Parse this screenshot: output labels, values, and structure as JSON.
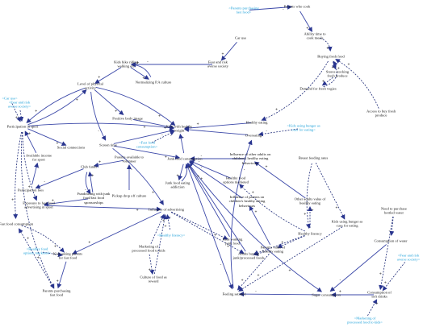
{
  "colors": {
    "solid": "#3b48a8",
    "dashed": "#1d2a78",
    "ghost": "#1a9fd8",
    "text": "#111111"
  },
  "nodes": [
    {
      "id": "parents-purchasing-top",
      "label": "<Parents purchasing\nfast food>",
      "ghost": true
    },
    {
      "id": "parents-who-cook",
      "label": "Parents who cook"
    },
    {
      "id": "ability-time-cook",
      "label": "Ability time to\ncook meals"
    },
    {
      "id": "car-use",
      "label": "Car use"
    },
    {
      "id": "kids-bike",
      "label": "Kids bike riding\nwalking etc"
    },
    {
      "id": "fear-risk",
      "label": "Fear and risk\naverse society"
    },
    {
      "id": "normalizing-pa",
      "label": "Normalizing P.A culture"
    },
    {
      "id": "buying-fresh",
      "label": "Buying fresh food"
    },
    {
      "id": "stores-stocking",
      "label": "Stores stocking\nfresh produce"
    },
    {
      "id": "demand-fresh",
      "label": "Demand for fresh vegies"
    },
    {
      "id": "access-fresh",
      "label": "Access to buy fresh\nproduce"
    },
    {
      "id": "level-pa",
      "label": "Level of physical\nactivity"
    },
    {
      "id": "car-use-ghost",
      "label": "<Car use>",
      "ghost": true
    },
    {
      "id": "fear-ghost-1",
      "label": "<Fear and risk\naverse society>",
      "ghost": true
    },
    {
      "id": "participation-sport",
      "label": "Participation in sport"
    },
    {
      "id": "positive-body",
      "label": "Positive body image"
    },
    {
      "id": "kids-healthy-weight",
      "label": "Kids with healthy\nweight"
    },
    {
      "id": "healthy-eating",
      "label": "Healthy eating"
    },
    {
      "id": "kids-hunger-ghost",
      "label": "<Kids using hunger as\ncues for eating>",
      "ghost": true
    },
    {
      "id": "overeating",
      "label": "Overeating"
    },
    {
      "id": "social-connections",
      "label": "Social connections"
    },
    {
      "id": "screen-time",
      "label": "Screen time"
    },
    {
      "id": "fast-food-consumption-ghost",
      "label": "<Fast food\nconsumption>",
      "ghost": true
    },
    {
      "id": "available-income",
      "label": "Available income\nfor sport"
    },
    {
      "id": "club-funds",
      "label": "Club funds"
    },
    {
      "id": "parents-volunteer",
      "label": "Parents available to\nvolunteer"
    },
    {
      "id": "junk-food-consumption",
      "label": "Junk food consumption"
    },
    {
      "id": "influence-other-adults",
      "label": "Influence of other adults on\nchildren's healthy eating\nbehaviours"
    },
    {
      "id": "breast-feeding",
      "label": "Breast feeding rates"
    },
    {
      "id": "participation-fees",
      "label": "Participation fees"
    },
    {
      "id": "fundraising",
      "label": "Fundraising with junk\nfood/fast food\nsponsorships"
    },
    {
      "id": "pickup-dropoff",
      "label": "Pickup drop off culture"
    },
    {
      "id": "junk-food-addiction",
      "label": "Junk food eating\naddiction"
    },
    {
      "id": "healthy-food-options",
      "label": "Healthy food\noptions marketed"
    },
    {
      "id": "influence-parents",
      "label": "Influence of parents on\nchildren's healthy eating\nbehaviours"
    },
    {
      "id": "other-adults-value",
      "label": "Other adults value of\nhealthy eating"
    },
    {
      "id": "exposure-fast-food",
      "label": "Exposure to fast food\nadvertising in sport"
    },
    {
      "id": "influence-advertising",
      "label": "Influence of advertising"
    },
    {
      "id": "healthy-literacy-ghost",
      "label": "<Healthy literacy>",
      "ghost": true
    },
    {
      "id": "kids-hunger",
      "label": "Kids using hunger as\ncues for eating"
    },
    {
      "id": "healthy-literacy",
      "label": "Healthy literacy"
    },
    {
      "id": "need-bottled-water",
      "label": "Need to purchase\nbottled water"
    },
    {
      "id": "fast-food-consumption",
      "label": "Fast food consumption"
    },
    {
      "id": "marketing-processed",
      "label": "Marketing of\nprocessed food to kids"
    },
    {
      "id": "kids-wanting-junk",
      "label": "Kids wanting\njunk food"
    },
    {
      "id": "adults-buying-junk",
      "label": "Adults buying\njunk/processed foods"
    },
    {
      "id": "parents-value",
      "label": "Parent's value of\nhealthy eating"
    },
    {
      "id": "consumption-water",
      "label": "Consumption of water"
    },
    {
      "id": "healthy-food-ghost",
      "label": "<Healthy food\noptions marketed>",
      "ghost": true
    },
    {
      "id": "kids-asking-fast-food",
      "label": "Kids asking parents\nfor fast food"
    },
    {
      "id": "culture-food-reward",
      "label": "Culture of food as\nreward"
    },
    {
      "id": "fear-ghost-2",
      "label": "<Fear and risk\naverse society>",
      "ghost": true
    },
    {
      "id": "feeling-satiated",
      "label": "Feeling satiated"
    },
    {
      "id": "sugar-consumption",
      "label": "Sugar consumption"
    },
    {
      "id": "consumption-soft-drinks",
      "label": "Consumption of\nsoft drinks"
    },
    {
      "id": "parents-purchasing",
      "label": "Parents purchasing\nfast food"
    },
    {
      "id": "marketing-ghost",
      "label": "<Marketing of\nprocessed food to kids>",
      "ghost": true
    }
  ],
  "edges": [
    {
      "from": "parents-who-cook",
      "to": "ability-time-cook",
      "polarity": "+",
      "style": "solid",
      "curve": 0
    },
    {
      "from": "parents-purchasing-top",
      "to": "parents-who-cook",
      "polarity": "-",
      "style": "solid",
      "curve": 0
    },
    {
      "from": "ability-time-cook",
      "to": "buying-fresh",
      "polarity": "+",
      "style": "dashed",
      "curve": -10
    },
    {
      "from": "buying-fresh",
      "to": "stores-stocking",
      "polarity": "+",
      "style": "dashed",
      "curve": 0
    },
    {
      "from": "stores-stocking",
      "to": "demand-fresh",
      "polarity": "+",
      "style": "dashed",
      "curve": 0
    },
    {
      "from": "demand-fresh",
      "to": "buying-fresh",
      "polarity": "+",
      "style": "dashed",
      "curve": 25
    },
    {
      "from": "access-fresh",
      "to": "buying-fresh",
      "polarity": "+",
      "style": "dashed",
      "curve": 15
    },
    {
      "from": "buying-fresh",
      "to": "healthy-eating",
      "polarity": "+",
      "style": "dashed",
      "curve": -20
    },
    {
      "from": "car-use",
      "to": "fear-risk",
      "polarity": "+",
      "style": "solid",
      "curve": 0
    },
    {
      "from": "fear-risk",
      "to": "kids-bike",
      "polarity": "-",
      "style": "solid",
      "curve": 0
    },
    {
      "from": "kids-bike",
      "to": "normalizing-pa",
      "polarity": "+",
      "style": "solid",
      "curve": 0
    },
    {
      "from": "normalizing-pa",
      "to": "kids-bike",
      "polarity": "+",
      "style": "solid",
      "curve": 12
    },
    {
      "from": "kids-bike",
      "to": "level-pa",
      "polarity": "+",
      "style": "solid",
      "curve": 0
    },
    {
      "from": "level-pa",
      "to": "kids-healthy-weight",
      "polarity": "+",
      "style": "solid",
      "curve": -15
    },
    {
      "from": "level-pa",
      "to": "positive-body",
      "polarity": "+",
      "style": "solid",
      "curve": 0
    },
    {
      "from": "level-pa",
      "to": "screen-time",
      "polarity": "-",
      "style": "solid",
      "curve": 8
    },
    {
      "from": "level-pa",
      "to": "participation-sport",
      "polarity": "+",
      "style": "solid",
      "curve": 10
    },
    {
      "from": "participation-sport",
      "to": "level-pa",
      "polarity": "+",
      "style": "solid",
      "curve": 10
    },
    {
      "from": "car-use-ghost",
      "to": "participation-sport",
      "polarity": "+",
      "style": "dashed",
      "curve": 0
    },
    {
      "from": "fear-ghost-1",
      "to": "participation-sport",
      "polarity": "-",
      "style": "dashed",
      "curve": 0
    },
    {
      "from": "participation-sport",
      "to": "social-connections",
      "polarity": "+",
      "style": "solid",
      "curve": 0
    },
    {
      "from": "participation-sport",
      "to": "kids-healthy-weight",
      "polarity": "+",
      "style": "solid",
      "curve": -10
    },
    {
      "from": "participation-sport",
      "to": "exposure-fast-food",
      "polarity": "+",
      "style": "dashed",
      "curve": 10
    },
    {
      "from": "participation-sport",
      "to": "fast-food-consumption",
      "polarity": "+",
      "style": "dashed",
      "curve": 8
    },
    {
      "from": "participation-sport",
      "to": "parents-purchasing",
      "polarity": "+",
      "style": "dashed",
      "curve": 30
    },
    {
      "from": "screen-time",
      "to": "kids-healthy-weight",
      "polarity": "-",
      "style": "solid",
      "curve": 0
    },
    {
      "from": "screen-time",
      "to": "junk-food-consumption",
      "polarity": "+",
      "style": "solid",
      "curve": 0
    },
    {
      "from": "screen-time",
      "to": "influence-advertising",
      "polarity": "+",
      "style": "solid",
      "curve": -10
    },
    {
      "from": "positive-body",
      "to": "kids-healthy-weight",
      "polarity": "+",
      "style": "solid",
      "curve": 0
    },
    {
      "from": "fast-food-consumption-ghost",
      "to": "kids-healthy-weight",
      "polarity": "-",
      "style": "dashed",
      "curve": 0
    },
    {
      "from": "healthy-eating",
      "to": "kids-healthy-weight",
      "polarity": "+",
      "style": "solid",
      "curve": 0
    },
    {
      "from": "overeating",
      "to": "kids-healthy-weight",
      "polarity": "-",
      "style": "solid",
      "curve": 0
    },
    {
      "from": "kids-hunger-ghost",
      "to": "overeating",
      "polarity": "-",
      "style": "dashed",
      "curve": 0
    },
    {
      "from": "junk-food-consumption",
      "to": "kids-healthy-weight",
      "polarity": "-",
      "style": "solid",
      "curve": 0
    },
    {
      "from": "available-income",
      "to": "participation-sport",
      "polarity": "+",
      "style": "solid",
      "curve": 0
    },
    {
      "from": "participation-fees",
      "to": "available-income",
      "polarity": "-",
      "style": "solid",
      "curve": 0
    },
    {
      "from": "club-funds",
      "to": "participation-fees",
      "polarity": "-",
      "style": "solid",
      "curve": 0
    },
    {
      "from": "parents-volunteer",
      "to": "club-funds",
      "polarity": "+",
      "style": "solid",
      "curve": 0
    },
    {
      "from": "fundraising",
      "to": "club-funds",
      "polarity": "+",
      "style": "solid",
      "curve": 0
    },
    {
      "from": "club-funds",
      "to": "fundraising",
      "polarity": "-",
      "style": "solid",
      "curve": 10
    },
    {
      "from": "fundraising",
      "to": "exposure-fast-food",
      "polarity": "+",
      "style": "solid",
      "curve": 0
    },
    {
      "from": "pickup-dropoff",
      "to": "parents-volunteer",
      "polarity": "-",
      "style": "solid",
      "curve": 0
    },
    {
      "from": "junk-food-consumption",
      "to": "junk-food-addiction",
      "polarity": "+",
      "style": "solid",
      "curve": 0
    },
    {
      "from": "junk-food-addiction",
      "to": "junk-food-consumption",
      "polarity": "+",
      "style": "solid",
      "curve": 10
    },
    {
      "from": "healthy-food-options",
      "to": "junk-food-consumption",
      "polarity": "-",
      "style": "solid",
      "curve": 0
    },
    {
      "from": "influence-other-adults",
      "to": "junk-food-consumption",
      "polarity": "-",
      "style": "solid",
      "curve": 0
    },
    {
      "from": "influence-parents",
      "to": "junk-food-consumption",
      "polarity": "-",
      "style": "solid",
      "curve": 0
    },
    {
      "from": "other-adults-value",
      "to": "influence-other-adults",
      "polarity": "+",
      "style": "solid",
      "curve": 0
    },
    {
      "from": "parents-value",
      "to": "influence-parents",
      "polarity": "+",
      "style": "solid",
      "curve": 0
    },
    {
      "from": "healthy-literacy",
      "to": "parents-value",
      "polarity": "+",
      "style": "dashed",
      "curve": 0
    },
    {
      "from": "healthy-literacy",
      "to": "other-adults-value",
      "polarity": "+",
      "style": "dashed",
      "curve": 0
    },
    {
      "from": "healthy-literacy",
      "to": "healthy-food-options",
      "polarity": "+",
      "style": "dashed",
      "curve": -10
    },
    {
      "from": "breast-feeding",
      "to": "kids-hunger",
      "polarity": "+",
      "style": "dashed",
      "curve": 0
    },
    {
      "from": "breast-feeding",
      "to": "healthy-literacy",
      "polarity": "+",
      "style": "dashed",
      "curve": 10
    },
    {
      "from": "kids-hunger",
      "to": "feeling-satiated",
      "polarity": "+",
      "style": "dashed",
      "curve": 0
    },
    {
      "from": "feeling-satiated",
      "to": "overeating",
      "polarity": "-",
      "style": "solid",
      "curve": -25
    },
    {
      "from": "junk-food-consumption",
      "to": "feeling-satiated",
      "polarity": "-",
      "style": "solid",
      "curve": 0
    },
    {
      "from": "kids-wanting-junk",
      "to": "junk-food-consumption",
      "polarity": "+",
      "style": "solid",
      "curve": 0
    },
    {
      "from": "adults-buying-junk",
      "to": "junk-food-consumption",
      "polarity": "+",
      "style": "solid",
      "curve": 0
    },
    {
      "from": "influence-advertising",
      "to": "kids-wanting-junk",
      "polarity": "+",
      "style": "dashed",
      "curve": 0
    },
    {
      "from": "influence-advertising",
      "to": "adults-buying-junk",
      "polarity": "+",
      "style": "dashed",
      "curve": 0
    },
    {
      "from": "influence-advertising",
      "to": "kids-asking-fast-food",
      "polarity": "+",
      "style": "solid",
      "curve": 0
    },
    {
      "from": "exposure-fast-food",
      "to": "influence-advertising",
      "polarity": "+",
      "style": "solid",
      "curve": 0
    },
    {
      "from": "healthy-literacy-ghost",
      "to": "influence-advertising",
      "polarity": "-",
      "style": "dashed",
      "curve": 0
    },
    {
      "from": "marketing-processed",
      "to": "influence-advertising",
      "polarity": "+",
      "style": "dashed",
      "curve": 0
    },
    {
      "from": "culture-food-reward",
      "to": "influence-advertising",
      "polarity": "+",
      "style": "dashed",
      "curve": 0
    },
    {
      "from": "marketing-processed",
      "to": "culture-food-reward",
      "polarity": "+",
      "style": "dashed",
      "curve": 0
    },
    {
      "from": "fast-food-consumption",
      "to": "kids-asking-fast-food",
      "polarity": "+",
      "style": "dashed",
      "curve": -10
    },
    {
      "from": "kids-asking-fast-food",
      "to": "parents-purchasing",
      "polarity": "+",
      "style": "solid",
      "curve": 0
    },
    {
      "from": "healthy-food-ghost",
      "to": "kids-asking-fast-food",
      "polarity": "-",
      "style": "dashed",
      "curve": 0
    },
    {
      "from": "parents-purchasing",
      "to": "fast-food-consumption",
      "polarity": "+",
      "style": "dashed",
      "curve": 0
    },
    {
      "from": "parents-value",
      "to": "feeling-satiated",
      "polarity": "+",
      "style": "dashed",
      "curve": 0
    },
    {
      "from": "parents-value",
      "to": "adults-buying-junk",
      "polarity": "-",
      "style": "dashed",
      "curve": 0
    },
    {
      "from": "healthy-literacy",
      "to": "adults-buying-junk",
      "polarity": "-",
      "style": "dashed",
      "curve": 0
    },
    {
      "from": "need-bottled-water",
      "to": "consumption-water",
      "polarity": "-",
      "style": "dashed",
      "curve": 0
    },
    {
      "from": "consumption-water",
      "to": "sugar-consumption",
      "polarity": "-",
      "style": "solid",
      "curve": 0
    },
    {
      "from": "need-bottled-water",
      "to": "consumption-soft-drinks",
      "polarity": "+",
      "style": "dashed",
      "curve": 0
    },
    {
      "from": "fear-ghost-2",
      "to": "consumption-soft-drinks",
      "polarity": "+",
      "style": "dashed",
      "curve": 0
    },
    {
      "from": "marketing-ghost",
      "to": "consumption-soft-drinks",
      "polarity": "+",
      "style": "dashed",
      "curve": 0
    },
    {
      "from": "consumption-soft-drinks",
      "to": "sugar-consumption",
      "polarity": "+",
      "style": "solid",
      "curve": 0
    },
    {
      "from": "sugar-consumption",
      "to": "feeling-satiated",
      "polarity": "-",
      "style": "solid",
      "curve": 0
    },
    {
      "from": "junk-food-consumption",
      "to": "sugar-consumption",
      "polarity": "+",
      "style": "solid",
      "curve": 20
    }
  ]
}
